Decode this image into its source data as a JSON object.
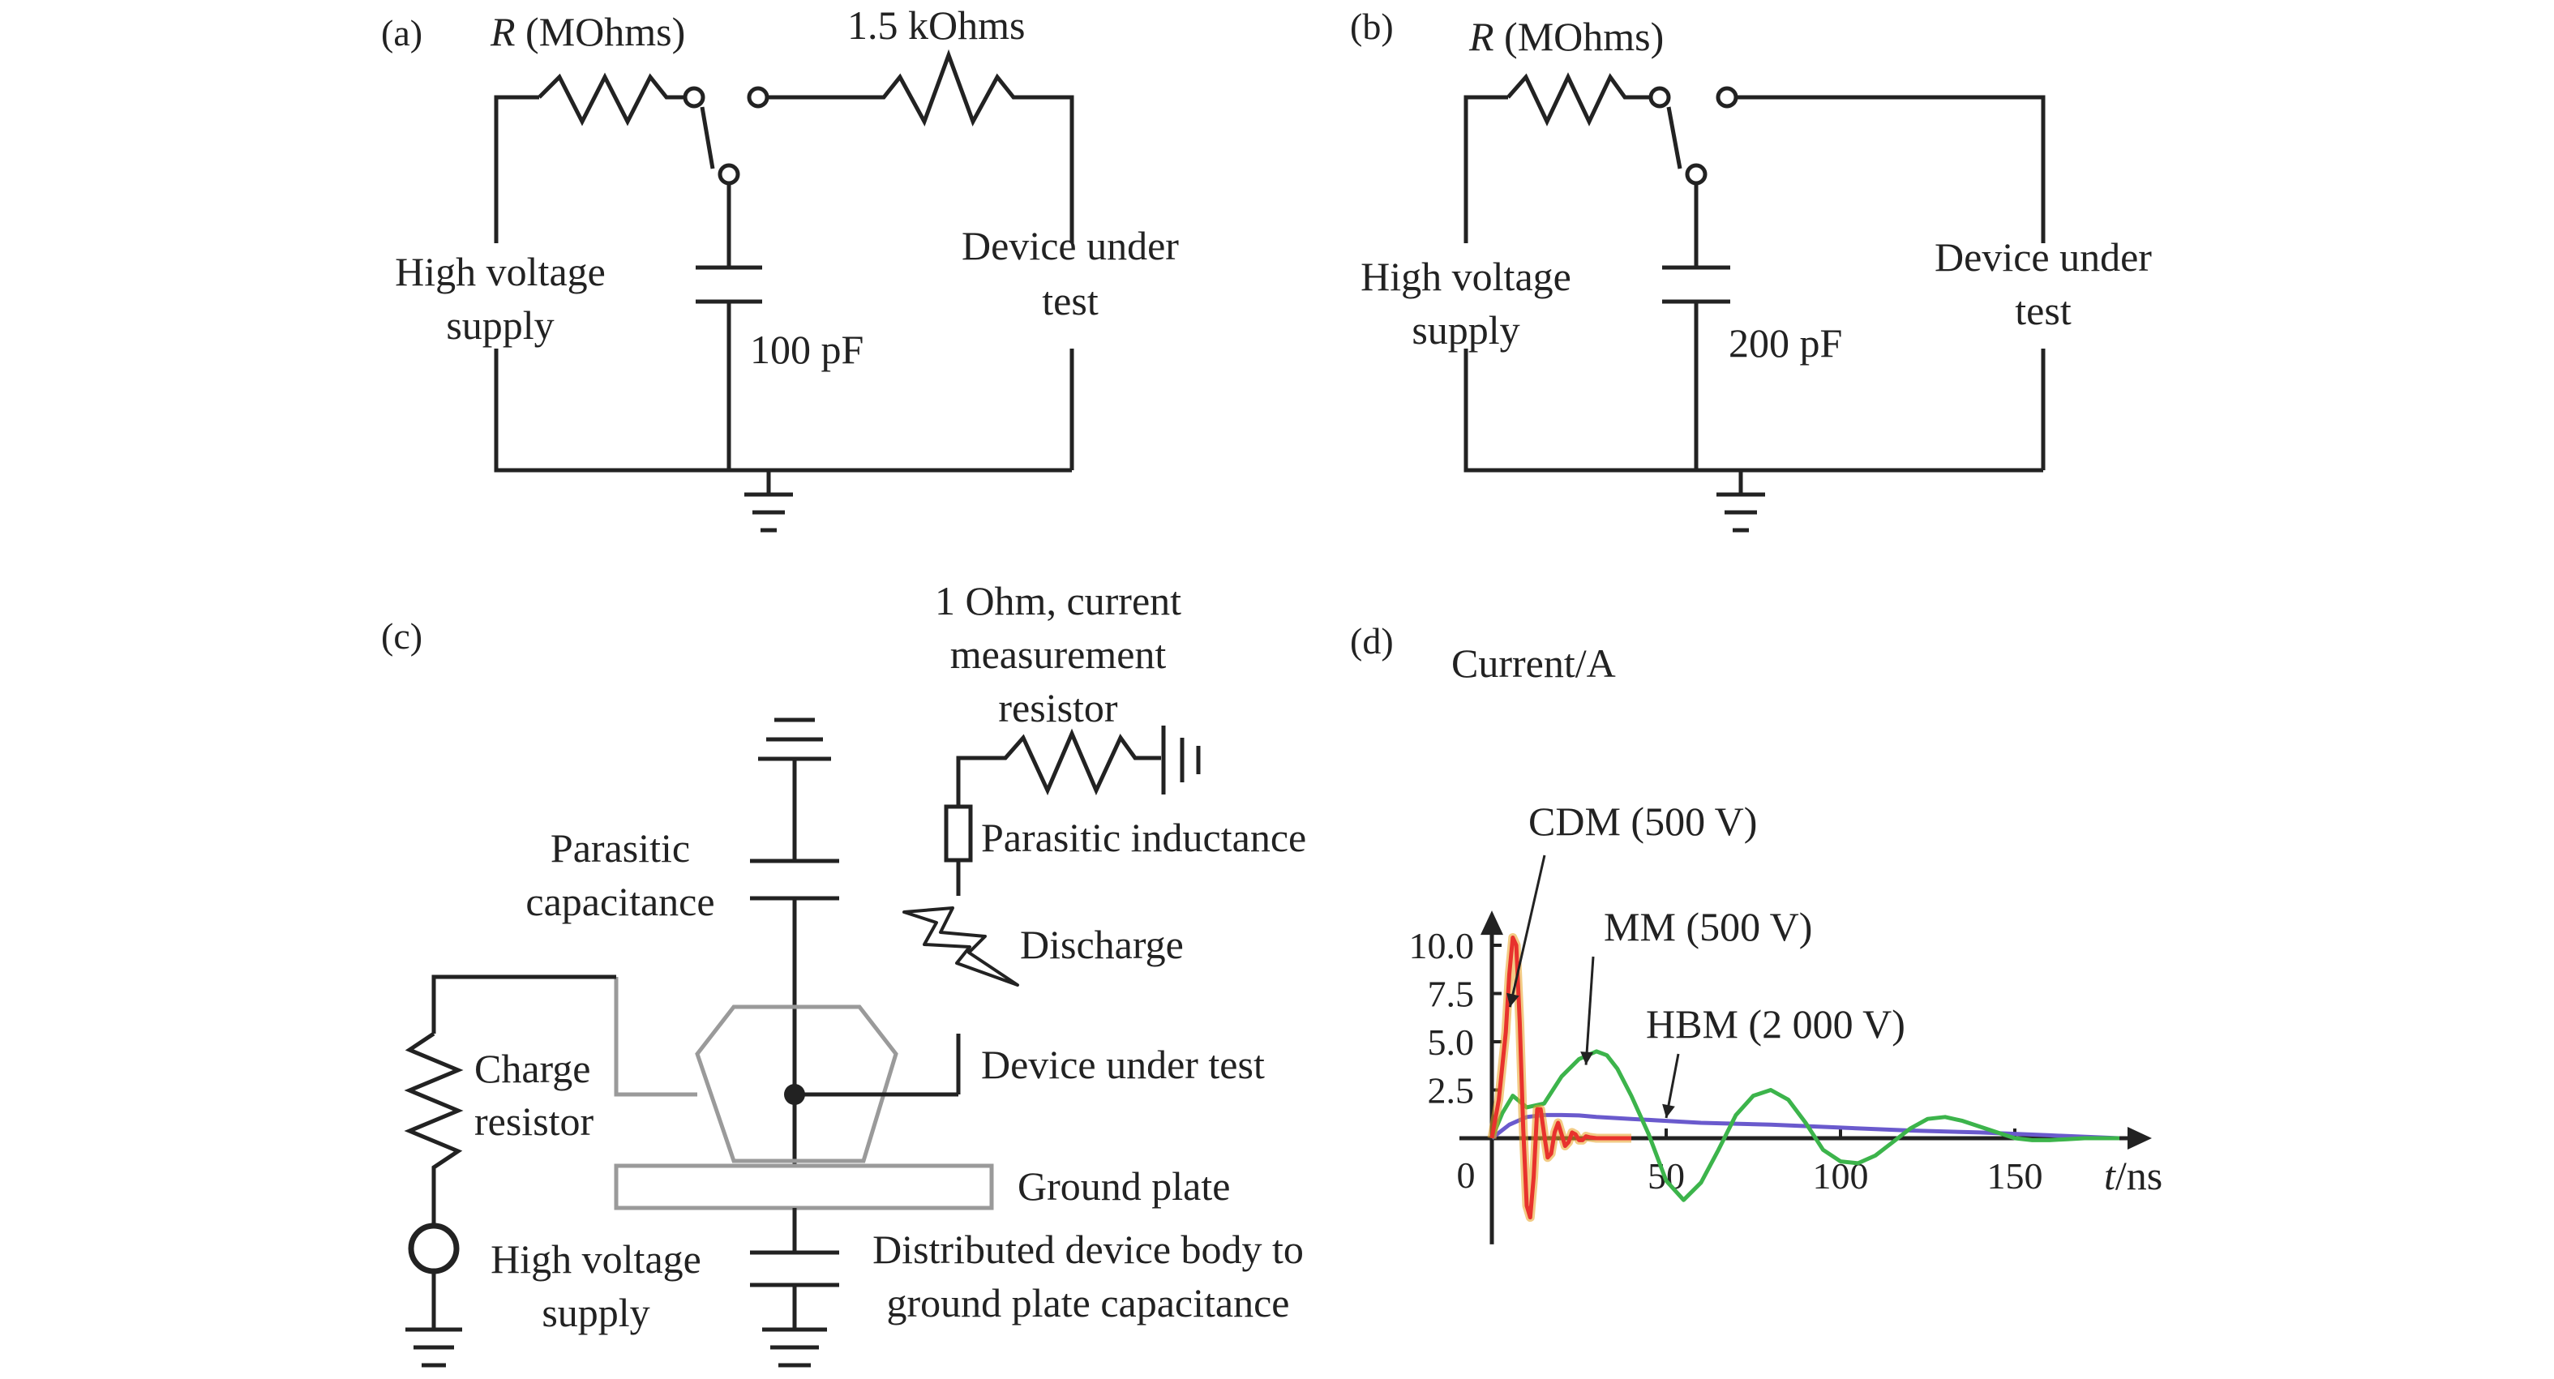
{
  "panel_a": {
    "tag": "(a)",
    "r_label_italic": "R",
    "r_label_unit": " (MOhms)",
    "series_resistor": "1.5 kOhms",
    "supply_line1": "High voltage",
    "supply_line2": "supply",
    "capacitor": "100 pF",
    "dut_line1": "Device under",
    "dut_line2": "test"
  },
  "panel_b": {
    "tag": "(b)",
    "r_label_italic": "R",
    "r_label_unit": " (MOhms)",
    "supply_line1": "High voltage",
    "supply_line2": "supply",
    "capacitor": "200 pF",
    "dut_line1": "Device under",
    "dut_line2": "test"
  },
  "panel_c": {
    "tag": "(c)",
    "meas_line1": "1 Ohm, current",
    "meas_line2": "measurement",
    "meas_line3": "resistor",
    "parasitic_cap_line1": "Parasitic",
    "parasitic_cap_line2": "capacitance",
    "parasitic_ind": "Parasitic inductance",
    "discharge": "Discharge",
    "charge_line1": "Charge",
    "charge_line2": "resistor",
    "dut": "Device under test",
    "ground_plate": "Ground plate",
    "supply_line1": "High voltage",
    "supply_line2": "supply",
    "distributed_line1": "Distributed device body to",
    "distributed_line2": "ground plate capacitance"
  },
  "colors": {
    "wire": "#222222",
    "device_outline": "#9a9a9a",
    "cdm": "#e8322d",
    "cdm_envelope": "#e8a020",
    "mm": "#3cb44b",
    "hbm": "#6a5acd"
  },
  "chart_data": {
    "type": "line",
    "panel_tag": "(d)",
    "ylabel": "Current/A",
    "xlabel_italic": "t",
    "xlabel_unit": "/ns",
    "origin_label": "0",
    "xlim": [
      0,
      180
    ],
    "ylim": [
      -5.5,
      11.8
    ],
    "x_ticks": [
      50,
      100,
      150
    ],
    "x_tick_labels": [
      "50",
      "100",
      "150"
    ],
    "y_ticks": [
      10.0,
      7.5,
      5.0,
      2.5
    ],
    "y_tick_labels": [
      "10.0",
      "7.5",
      "5.0",
      "2.5"
    ],
    "series": [
      {
        "name": "CDM (500 V)",
        "color": "#e8322d",
        "x": [
          0,
          2,
          4,
          5,
          6,
          7,
          8,
          9,
          10,
          11,
          12,
          13,
          14,
          15,
          16,
          17,
          18,
          19,
          20,
          21,
          22,
          23,
          24,
          25,
          26,
          27,
          28,
          30,
          32,
          34,
          36,
          40
        ],
        "y": [
          0,
          2.0,
          5.5,
          8.5,
          10.4,
          10.0,
          6.0,
          0.5,
          -3.5,
          -4.1,
          -2.0,
          1.5,
          1.5,
          0.2,
          -1.0,
          -0.8,
          0.3,
          0.8,
          0.2,
          -0.4,
          -0.2,
          0.3,
          0.2,
          -0.1,
          -0.1,
          0.1,
          0.05,
          0,
          0,
          0,
          0,
          0
        ]
      },
      {
        "name": "MM (500 V)",
        "color": "#3cb44b",
        "x": [
          0,
          3,
          6,
          10,
          15,
          20,
          25,
          30,
          33,
          36,
          40,
          45,
          50,
          55,
          60,
          65,
          70,
          75,
          80,
          85,
          90,
          95,
          100,
          105,
          110,
          115,
          120,
          125,
          130,
          135,
          140,
          145,
          150,
          155,
          160,
          165,
          170,
          175,
          180
        ],
        "y": [
          0,
          1.3,
          2.2,
          1.6,
          1.8,
          3.2,
          4.1,
          4.5,
          4.3,
          3.6,
          2.2,
          0.2,
          -2.2,
          -3.2,
          -2.3,
          -0.6,
          1.2,
          2.2,
          2.5,
          2.0,
          0.8,
          -0.6,
          -1.2,
          -1.3,
          -0.9,
          -0.2,
          0.5,
          1.0,
          1.1,
          0.9,
          0.6,
          0.3,
          0,
          -0.1,
          -0.1,
          -0.05,
          0,
          0,
          0
        ]
      },
      {
        "name": "HBM (2 000 V)",
        "color": "#6a5acd",
        "x": [
          0,
          5,
          10,
          15,
          20,
          25,
          30,
          40,
          50,
          60,
          80,
          100,
          120,
          140,
          160,
          180
        ],
        "y": [
          0,
          0.7,
          1.1,
          1.2,
          1.2,
          1.18,
          1.1,
          1.0,
          0.9,
          0.8,
          0.7,
          0.55,
          0.4,
          0.3,
          0.15,
          0
        ]
      }
    ],
    "annotations": [
      {
        "text": "CDM (500 V)",
        "series": "CDM (500 V)"
      },
      {
        "text": "MM (500 V)",
        "series": "MM (500 V)"
      },
      {
        "text": "HBM (2 000 V)",
        "series": "HBM (2 000 V)"
      }
    ]
  }
}
